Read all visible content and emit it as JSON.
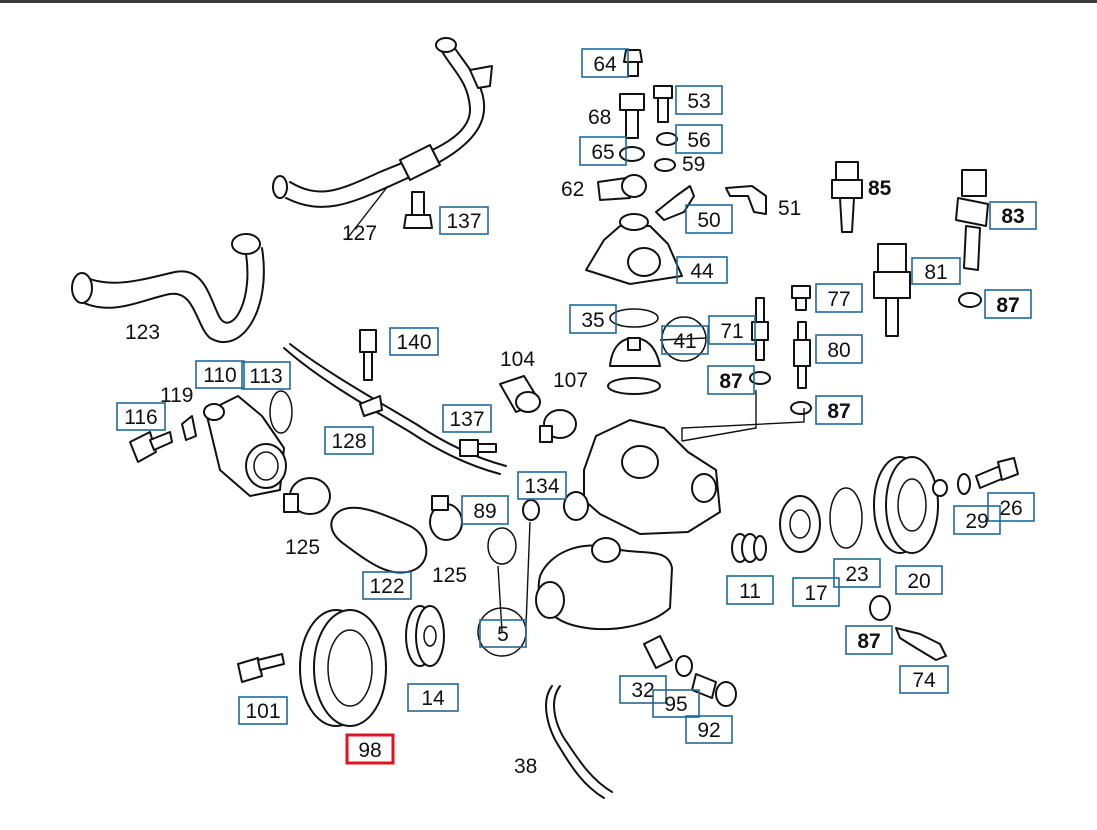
{
  "diagram": {
    "plain_labels": [
      "127",
      "123",
      "119",
      "104",
      "107",
      "68",
      "59",
      "62",
      "51",
      "85",
      "125",
      "125",
      "38"
    ],
    "bold_plain_labels": [
      "85"
    ],
    "boxed_labels": [
      "64",
      "53",
      "56",
      "65",
      "137",
      "50",
      "44",
      "83",
      "81",
      "87",
      "77",
      "35",
      "41",
      "71",
      "80",
      "87",
      "87",
      "140",
      "110",
      "113",
      "116",
      "128",
      "137",
      "134",
      "89",
      "26",
      "29",
      "23",
      "20",
      "11",
      "17",
      "122",
      "5",
      "87",
      "74",
      "14",
      "101",
      "32",
      "95",
      "92",
      "98"
    ],
    "highlighted_label": "98",
    "colors": {
      "box_stroke": "#1f6a9a",
      "highlight_stroke": "#e0141e",
      "line": "#111111",
      "top_bar": "#3a3a3a"
    }
  }
}
